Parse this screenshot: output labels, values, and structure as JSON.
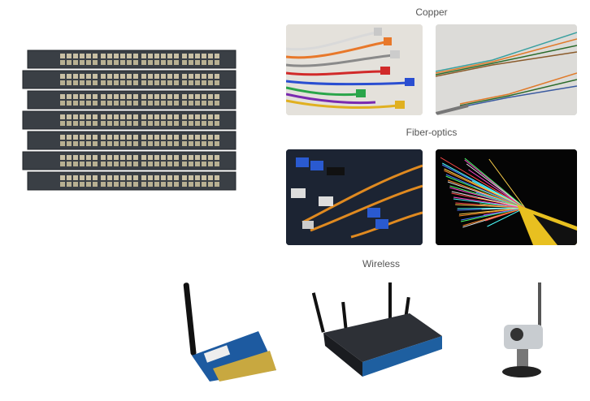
{
  "sections": {
    "copper_label": "Copper",
    "fiber_label": "Fiber-optics",
    "wireless_label": "Wireless"
  },
  "images": {
    "switch_stack": "network-switch-stack",
    "copper_patch_cables": "copper-patch-cables",
    "copper_twisted_pair": "copper-twisted-pair-wires",
    "fiber_connectors": "fiber-optic-connectors",
    "fiber_strands": "fiber-optic-strands",
    "wireless_nic": "wireless-pci-card",
    "wireless_router": "wireless-router",
    "wireless_webcam": "wireless-camera"
  }
}
